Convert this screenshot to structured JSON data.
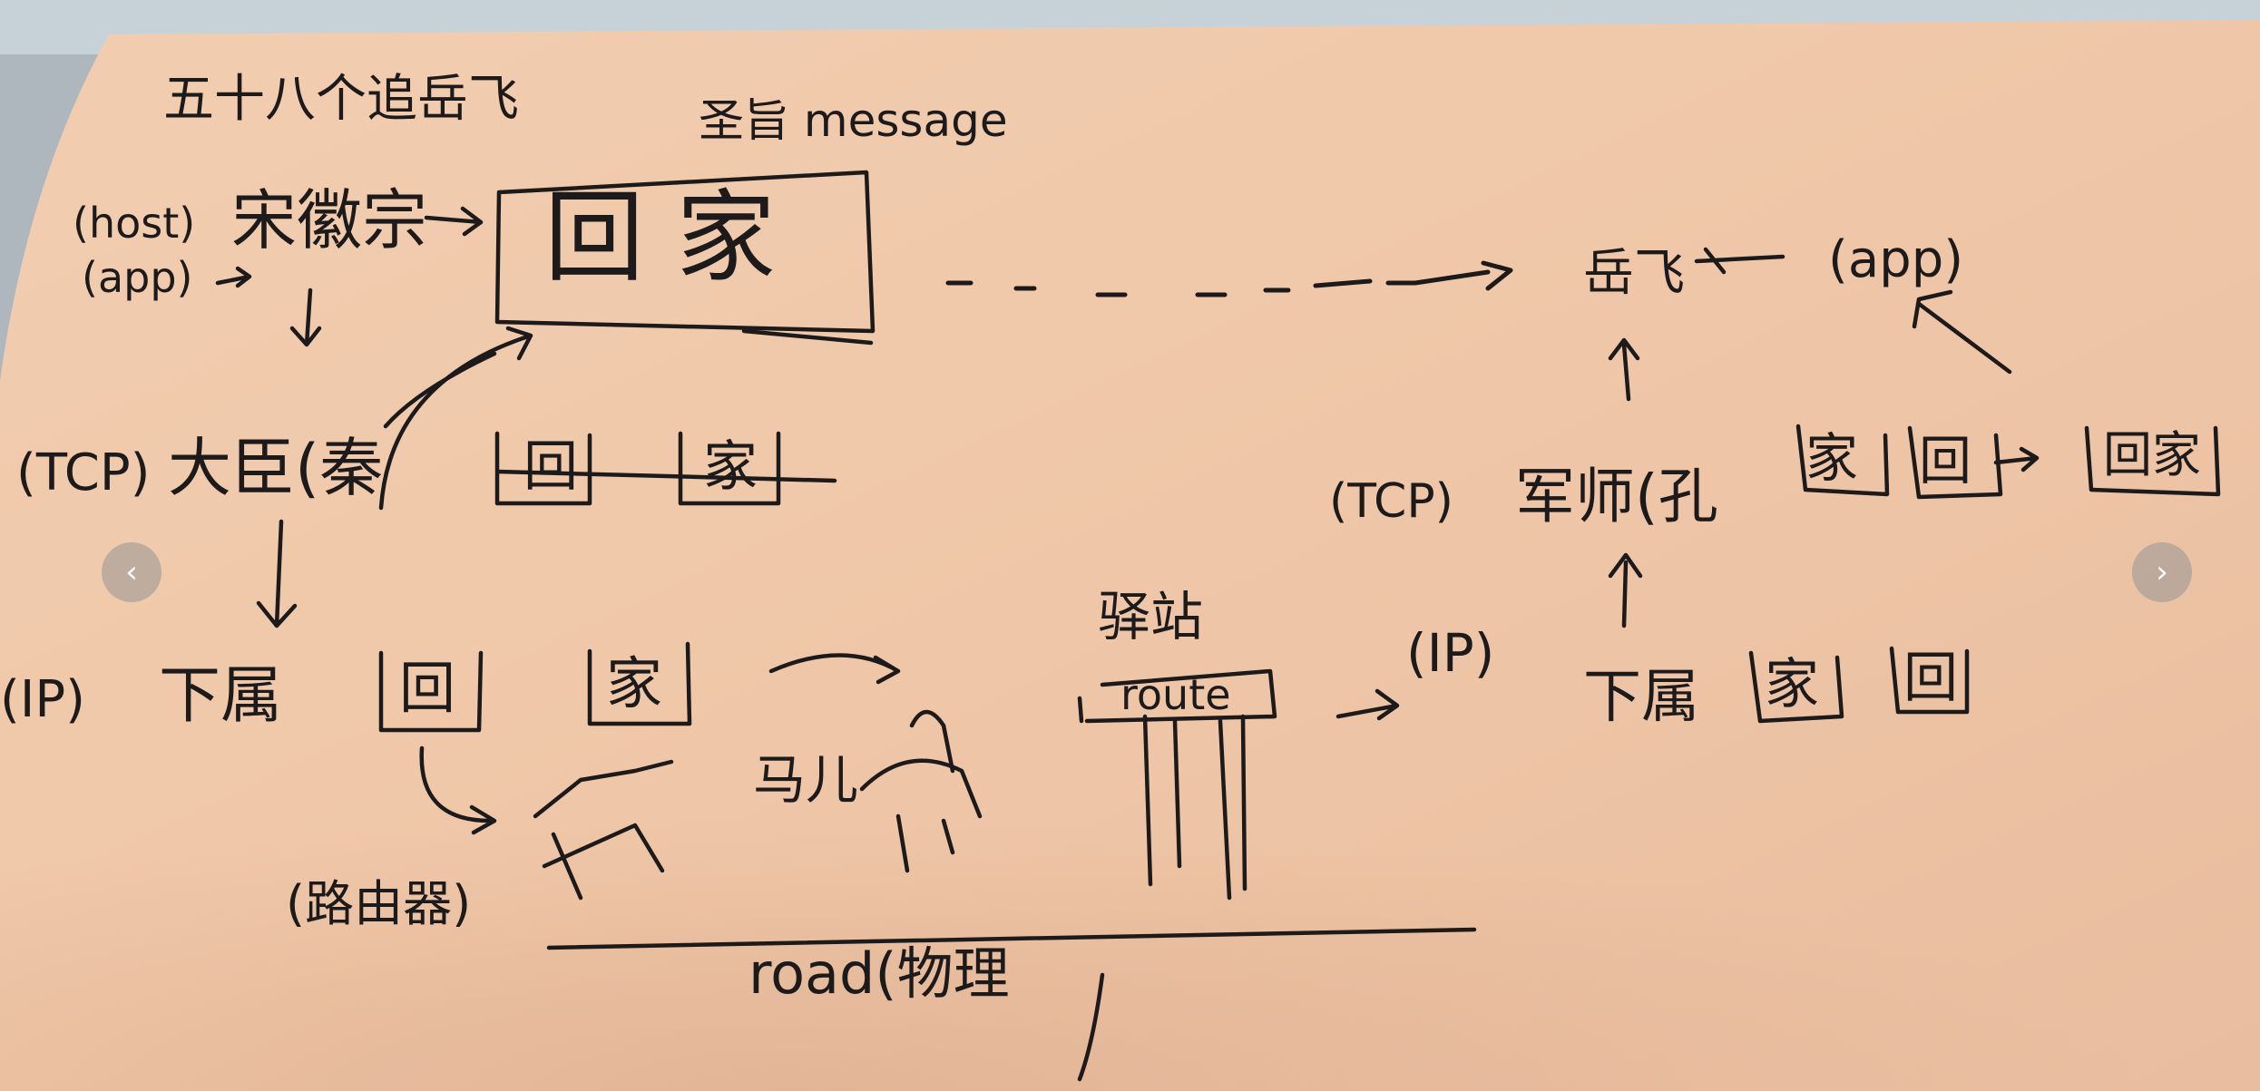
{
  "diagram": {
    "title": "五十八个追岳飞",
    "top_labels": {
      "message": "圣旨 message"
    },
    "left_stack": [
      {
        "role": "(host)",
        "person": "宋徽宗"
      },
      {
        "role": "(app)"
      },
      {
        "role": "(TCP)",
        "person": "大臣(秦"
      },
      {
        "role": "(IP)",
        "person": "下属"
      },
      {
        "role": "(路由器)"
      }
    ],
    "packets": {
      "app_box": "回 家",
      "tcp_pieces": [
        "回",
        "家"
      ],
      "ip_pieces": [
        "回",
        "家"
      ],
      "right_tcp_pieces": [
        "家",
        "回"
      ],
      "right_merged": "回家",
      "right_ip_pieces": [
        "家",
        "回"
      ]
    },
    "middle": {
      "horse": "马儿",
      "station": "驿站",
      "route": "route",
      "road": "road(物理"
    },
    "right_stack": [
      {
        "person": "岳飞",
        "extra": "(app)"
      },
      {
        "role": "(TCP)",
        "person": "军师(孔"
      },
      {
        "role": "(IP)",
        "person": "下属"
      }
    ]
  },
  "carousel": {
    "prev_icon": "chevron-left-icon",
    "next_icon": "chevron-right-icon",
    "prev_glyph": "‹",
    "next_glyph": "›"
  },
  "colors": {
    "paper": "#eec8a8",
    "ink": "#1d1a1c",
    "background": "#aeb7bd"
  }
}
